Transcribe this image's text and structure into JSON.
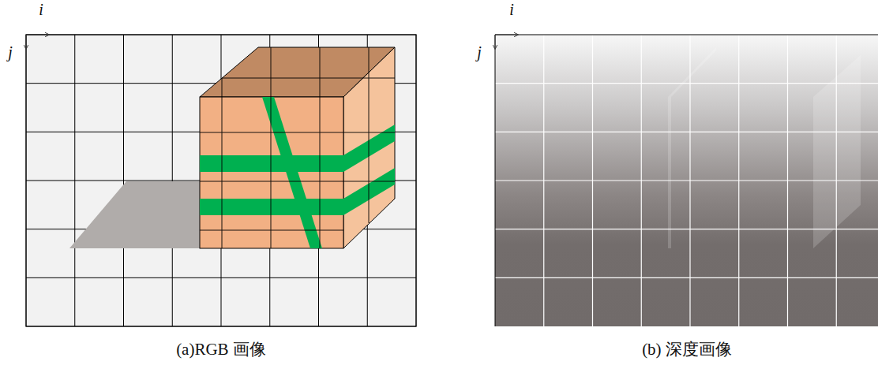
{
  "diagram": {
    "labels": [
      "i",
      "j",
      "(a)RGB 画像",
      "i",
      "j",
      "(b) 深度画像"
    ]
  }
}
